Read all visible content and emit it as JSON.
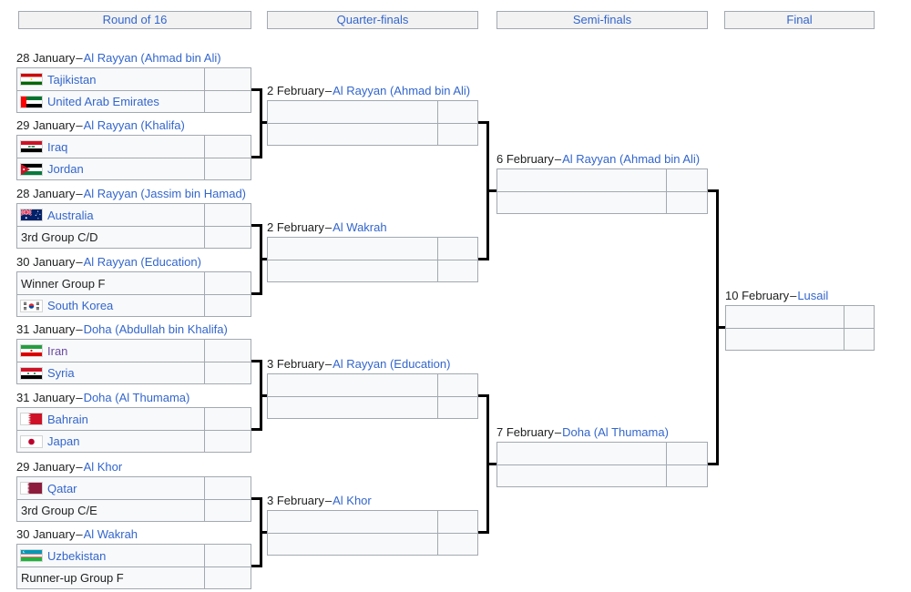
{
  "dash": "–",
  "headers": {
    "r16": "Round of 16",
    "qf": "Quarter-finals",
    "sf": "Semi-finals",
    "final_label": "Final"
  },
  "colors": {
    "link": "#3366cc",
    "visited_link": "#6b4ba1",
    "text": "#202122",
    "cell_background": "#f8f9fa",
    "cell_border": "#a2a9b1",
    "connector": "#000000"
  },
  "icons": {
    "flags": [
      "tajikistan-flag",
      "uae-flag",
      "iraq-flag",
      "jordan-flag",
      "australia-flag",
      "south-korea-flag",
      "iran-flag",
      "syria-flag",
      "bahrain-flag",
      "japan-flag",
      "qatar-flag",
      "uzbekistan-flag"
    ]
  },
  "r16": [
    {
      "date": "28 January",
      "venue": "Al Rayyan (Ahmad bin Ali)",
      "home": "Tajikistan",
      "away": "United Arab Emirates",
      "home_score": "",
      "away_score": ""
    },
    {
      "date": "29 January",
      "venue": "Al Rayyan (Khalifa)",
      "home": "Iraq",
      "away": "Jordan",
      "home_score": "",
      "away_score": ""
    },
    {
      "date": "28 January",
      "venue": "Al Rayyan (Jassim bin Hamad)",
      "home": "Australia",
      "away": "3rd Group C/D",
      "home_score": "",
      "away_score": ""
    },
    {
      "date": "30 January",
      "venue": "Al Rayyan (Education)",
      "home": "Winner Group F",
      "away": "South Korea",
      "home_score": "",
      "away_score": ""
    },
    {
      "date": "31 January",
      "venue": "Doha (Abdullah bin Khalifa)",
      "home": "Iran",
      "away": "Syria",
      "home_score": "",
      "away_score": ""
    },
    {
      "date": "31 January",
      "venue": "Doha (Al Thumama)",
      "home": "Bahrain",
      "away": "Japan",
      "home_score": "",
      "away_score": ""
    },
    {
      "date": "29 January",
      "venue": "Al Khor",
      "home": "Qatar",
      "away": "3rd Group C/E",
      "home_score": "",
      "away_score": ""
    },
    {
      "date": "30 January",
      "venue": "Al Wakrah",
      "home": "Uzbekistan",
      "away": "Runner-up Group F",
      "home_score": "",
      "away_score": ""
    }
  ],
  "qf": [
    {
      "date": "2 February",
      "venue": "Al Rayyan (Ahmad bin Ali)",
      "home": "",
      "away": "",
      "home_score": "",
      "away_score": ""
    },
    {
      "date": "2 February",
      "venue": "Al Wakrah",
      "home": "",
      "away": "",
      "home_score": "",
      "away_score": ""
    },
    {
      "date": "3 February",
      "venue": "Al Rayyan (Education)",
      "home": "",
      "away": "",
      "home_score": "",
      "away_score": ""
    },
    {
      "date": "3 February",
      "venue": "Al Khor",
      "home": "",
      "away": "",
      "home_score": "",
      "away_score": ""
    }
  ],
  "sf": [
    {
      "date": "6 February",
      "venue": "Al Rayyan (Ahmad bin Ali)",
      "home": "",
      "away": "",
      "home_score": "",
      "away_score": ""
    },
    {
      "date": "7 February",
      "venue": "Doha (Al Thumama)",
      "home": "",
      "away": "",
      "home_score": "",
      "away_score": ""
    }
  ],
  "fin": [
    {
      "date": "10 February",
      "venue": "Lusail",
      "home": "",
      "away": "",
      "home_score": "",
      "away_score": ""
    }
  ]
}
